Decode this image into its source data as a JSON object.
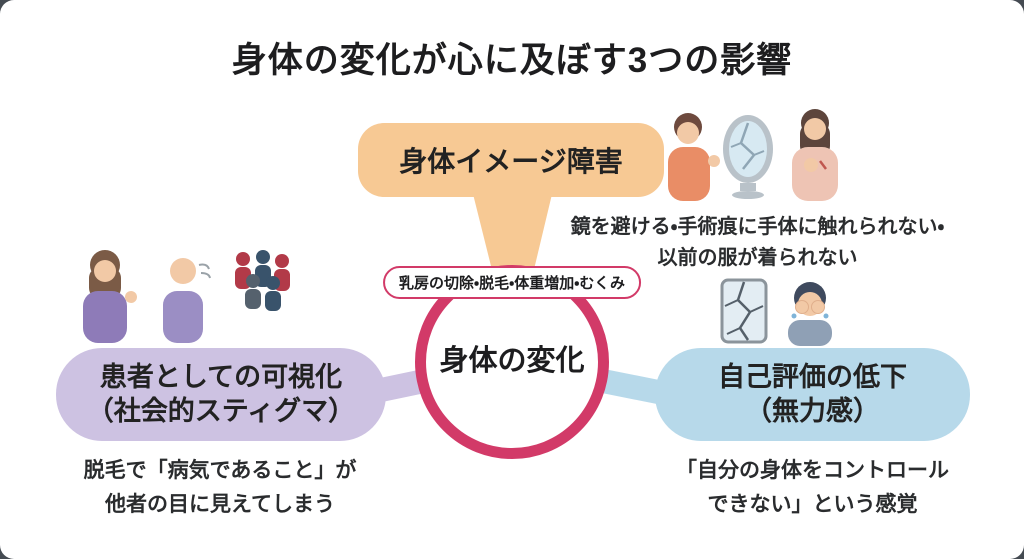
{
  "title": "身体の変化が心に及ぼす3つの影響",
  "center": {
    "label": "身体の変化",
    "badge": "乳房の切除・脱毛・体重増加・むくみ"
  },
  "nodes": {
    "top": {
      "label": "身体イメージ障害",
      "description": [
        "鏡を避ける・手術痕に手体に触れられない・",
        "以前の服が着られない"
      ]
    },
    "left": {
      "label": [
        "患者としての可視化",
        "（社会的スティグマ）"
      ],
      "description": [
        "脱毛で「病気であること」が",
        "他者の目に見えてしまう"
      ]
    },
    "right": {
      "label": [
        "自己評価の低下",
        "（無力感）"
      ],
      "description": [
        "「自分の身体をコントロール",
        "できない」という感覚"
      ]
    }
  },
  "colors": {
    "top_node": "#f7c994",
    "left_node": "#cdc2e2",
    "right_node": "#b7d9ea",
    "center_ring": "#d23a68",
    "text": "#1d1d1f"
  },
  "illustrations": {
    "top": "women-avoiding-mirror-illustration",
    "left": "social-stigma-people-illustration",
    "right": "broken-mirror-crying-person-illustration"
  }
}
